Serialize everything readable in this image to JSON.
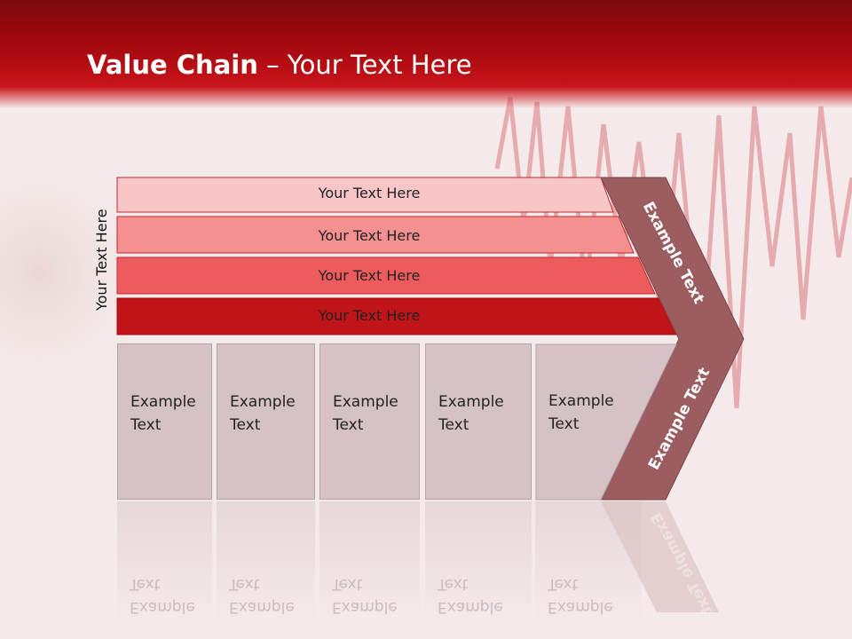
{
  "slide": {
    "title_bold": "Value Chain",
    "title_rest": " – Your Text Here",
    "vertical_label": "Your Text Here",
    "bars": [
      {
        "label": "Your Text Here",
        "color": "#f9c6c8"
      },
      {
        "label": "Your Text Here",
        "color": "#f4908f"
      },
      {
        "label": "Your Text Here",
        "color": "#ee5b5c"
      },
      {
        "label": "Your Text Here",
        "color": "#c01418"
      }
    ],
    "boxes": [
      {
        "label": "Example\nText"
      },
      {
        "label": "Example\nText"
      },
      {
        "label": "Example\nText"
      },
      {
        "label": "Example\nText"
      },
      {
        "label": "Example\nText"
      }
    ],
    "chevron_top_label": "Example Text",
    "chevron_bottom_label": "Example Text",
    "chevron_color": "#9b5d60"
  }
}
